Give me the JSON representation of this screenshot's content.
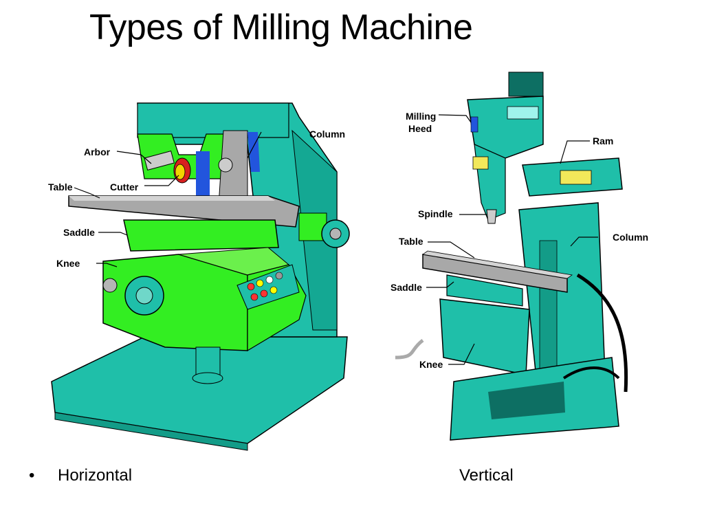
{
  "title": "Types of Milling Machine",
  "horizontal": {
    "caption": "Horizontal",
    "labels": {
      "arbor": "Arbor",
      "column": "Column",
      "table": "Table",
      "cutter": "Cutter",
      "saddle": "Saddle",
      "knee": "Knee"
    }
  },
  "vertical": {
    "caption": "Vertical",
    "labels": {
      "milling_head_1": "Milling",
      "milling_head_2": "Heed",
      "ram": "Ram",
      "spindle": "Spindle",
      "column": "Column",
      "table": "Table",
      "saddle": "Saddle",
      "knee": "Knee"
    }
  },
  "bullet": "•",
  "colors": {
    "teal": "#1fbfa9",
    "green": "#33ee22",
    "gray": "#a8a8a8",
    "blue": "#2255dd",
    "dark": "#0d6f63"
  }
}
